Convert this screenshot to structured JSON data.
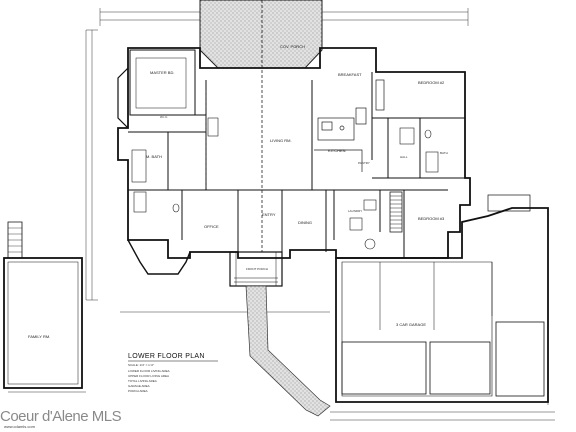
{
  "plan_title": "LOWER FLOOR PLAN",
  "title_block": {
    "scale": "SCALE: 1/4\" = 1'-0\"",
    "rows": [
      "LOWER FLOOR LIVING AREA",
      "UPPER FLOOR LIVING AREA",
      "TOTAL LIVING AREA",
      "GARAGE AREA",
      "PORCH AREA"
    ]
  },
  "rooms": {
    "master_bd": "MASTER BD.",
    "m_bath": "M. BATH",
    "walk_in_closet": "W.I.C.",
    "living_rm": "LIVING RM.",
    "cov_porch": "COV. PORCH",
    "breakfast": "BREAKFAST",
    "kitchen": "KITCHEN",
    "bedroom_2": "BEDROOM #2",
    "bath": "BATH",
    "hall": "HALL",
    "pantry": "PANTRY",
    "office": "OFFICE",
    "entry": "ENTRY",
    "dining": "DINING",
    "laundry": "LAUNDRY",
    "bedroom_3": "BEDROOM #3",
    "front_porch": "FRONT PORCH",
    "garage": "3 CAR GARAGE",
    "family_rm": "FAMILY RM."
  },
  "watermark": "Coeur d'Alene MLS",
  "watermark_sub": "www.cdamls.com"
}
